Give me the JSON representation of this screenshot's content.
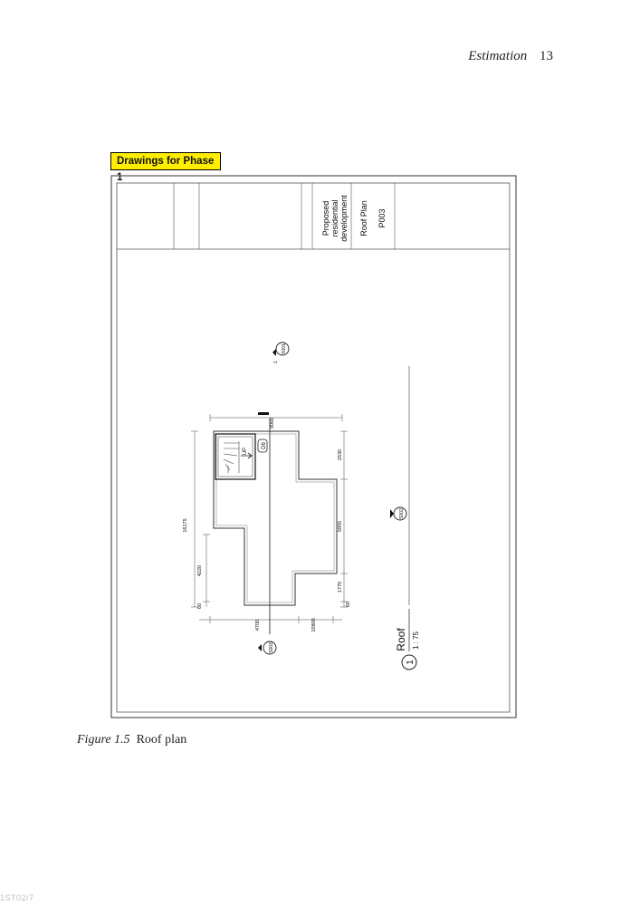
{
  "header": {
    "running_title": "Estimation",
    "page_number": "13"
  },
  "label": "Drawings for Phase 1",
  "title_block": {
    "project": [
      "Proposed",
      "residential",
      "development"
    ],
    "drawing_title": "Roof Plan",
    "drawing_number": "P003"
  },
  "plan": {
    "view_title": "Roof",
    "view_number": "1",
    "scale": "1 : 75",
    "stair_label": "UP",
    "door_tag": "D6",
    "section_refs": [
      "S001",
      "S002",
      "S003"
    ],
    "section_index": "1",
    "dim_top": [
      "9000",
      "4700",
      "10800"
    ],
    "dim_left": [
      "16175",
      "4220",
      "60"
    ],
    "dim_right": [
      "2530",
      "5955",
      "1770",
      "60"
    ]
  },
  "caption": {
    "figure": "Figure 1.5",
    "text": "Roof plan"
  },
  "corner_mark": "1ST02/7"
}
